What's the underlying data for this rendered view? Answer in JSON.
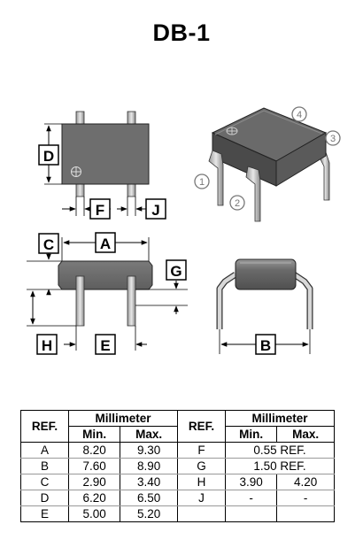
{
  "title": "DB-1",
  "dimension_labels": {
    "A": "A",
    "B": "B",
    "C": "C",
    "D": "D",
    "E": "E",
    "F": "F",
    "G": "G",
    "H": "H",
    "J": "J"
  },
  "pin_numbers": [
    "1",
    "2",
    "3",
    "4"
  ],
  "table": {
    "ref_header": "REF.",
    "unit_header": "Millimeter",
    "min_header": "Min.",
    "max_header": "Max.",
    "left_rows": [
      {
        "ref": "A",
        "min": "8.20",
        "max": "9.30"
      },
      {
        "ref": "B",
        "min": "7.60",
        "max": "8.90"
      },
      {
        "ref": "C",
        "min": "2.90",
        "max": "3.40"
      },
      {
        "ref": "D",
        "min": "6.20",
        "max": "6.50"
      },
      {
        "ref": "E",
        "min": "5.00",
        "max": "5.20"
      }
    ],
    "right_rows": [
      {
        "ref": "F",
        "value": "0.55 REF."
      },
      {
        "ref": "G",
        "value": "1.50 REF."
      },
      {
        "ref": "H",
        "min": "3.90",
        "max": "4.20"
      },
      {
        "ref": "J",
        "min": "-",
        "max": "-"
      },
      {
        "ref": "",
        "min": "",
        "max": ""
      }
    ]
  }
}
